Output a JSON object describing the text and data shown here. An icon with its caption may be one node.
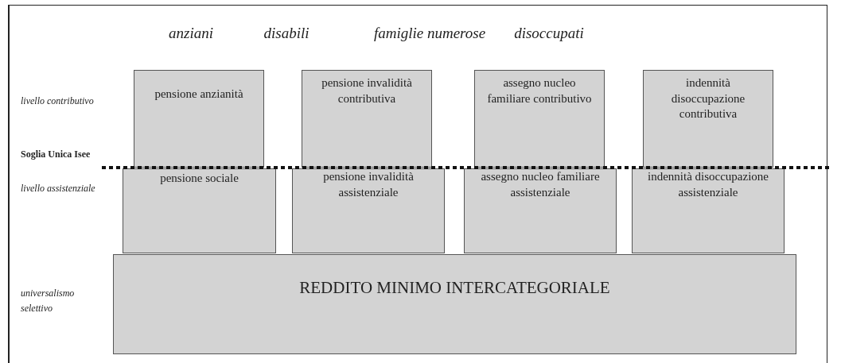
{
  "diagram": {
    "nodes": [
      {
        "text": [
          "pensione anzianità"
        ]
      },
      {
        "text": [
          "pensione invalidità contributiva"
        ]
      },
      {
        "text": [
          "assegno nucleo familiare contributivo"
        ]
      },
      {
        "text": [
          "indennità disoccupazione contributiva"
        ]
      },
      {
        "text": [
          "pensione sociale"
        ]
      },
      {
        "text": [
          "pensione invalidità assistenziale"
        ]
      },
      {
        "text": [
          "assegno nucleo familiare assistenziale"
        ]
      },
      {
        "text": [
          "indennità disoccupazione assistenziale"
        ]
      },
      {
        "text": [
          "REDDITO MINIMO INTERCATEGORIALE"
        ]
      }
    ],
    "labels": [
      "anziani",
      "disabili",
      "famiglie numerose",
      "disoccupati",
      "livello contributivo",
      "Soglia Unica Isee",
      "livello assistenziale",
      "universalismo selettivo"
    ]
  }
}
